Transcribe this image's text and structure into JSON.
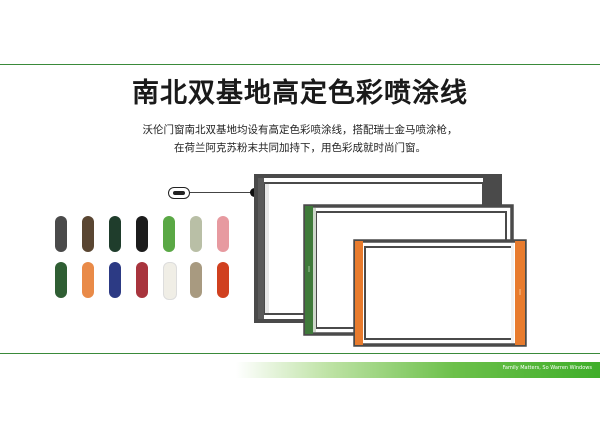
{
  "title": "南北双基地高定色彩喷涂线",
  "description": {
    "line1": "沃伦门窗南北双基地均设有高定色彩喷涂线，搭配瑞士金马喷涂枪，",
    "line2": "在荷兰阿克苏粉末共同加持下，用色彩成就时尚门窗。"
  },
  "footer": {
    "tagline": "Family Matters, So Warren Windows"
  },
  "colors": {
    "accent_green": "#3a8a3a",
    "swatches_row1": [
      "#4a4a4a",
      "#5a4632",
      "#1f3d2c",
      "#1c1c1c",
      "#5aa845",
      "#b9bfa6",
      "#e79aa0"
    ],
    "swatches_row2": [
      "#2f5e33",
      "#e98a48",
      "#2c3a84",
      "#a8343d",
      "#f0eee6",
      "#a89a80",
      "#d0401f"
    ]
  }
}
